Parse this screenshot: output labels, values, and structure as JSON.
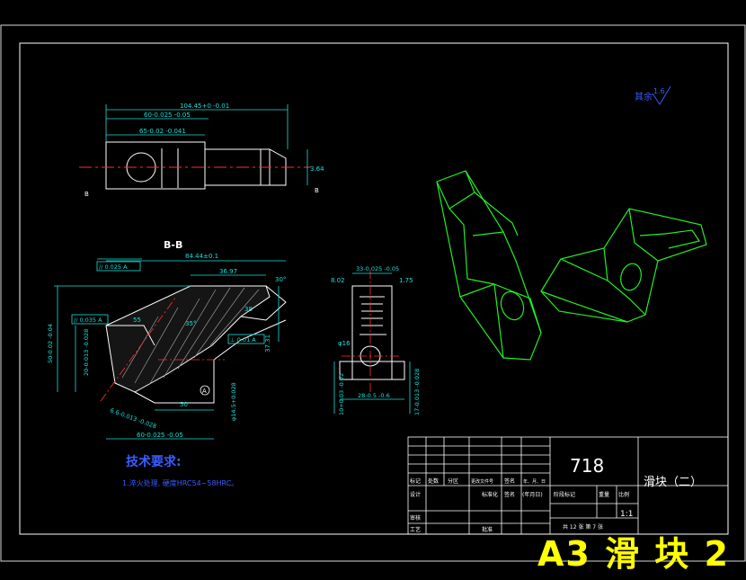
{
  "sheet": {
    "section_label": "B-B",
    "datum_label": "A",
    "cut_marker_left": "B",
    "cut_marker_right": "B",
    "roughness_prefix": "其余",
    "roughness_value": "1.6"
  },
  "top_view_dims": {
    "d1": "104.45+0 -0.01",
    "d2": "60-0.025 -0.05",
    "d3": "65-0.02 -0.041",
    "d4": "3.64"
  },
  "section_dims": {
    "overall": "84.44±0.1",
    "parallel_frame_top": "// 0.025 A",
    "parallel_frame_mid": "// 0.035 A",
    "d_3697": "36.97",
    "d_30deg": "30°",
    "d_55": "55",
    "d_38": "38",
    "d_35deg": "35°",
    "d_0_01": "⊥ 0.01 A",
    "d_3731": "37.31",
    "d_50": "50",
    "d_60": "60-0.025 -0.05",
    "d_mid": "φ14.5+0.028",
    "d_left1": "50-0.02 -0.04",
    "d_left2": "20-0.013 -0.028",
    "d_bottom": "6.6-0.013 -0.028"
  },
  "side_view_dims": {
    "top": "33-0.025 -0.05",
    "left": "8.02",
    "right": "1.75",
    "phi": "φ16",
    "bottom": "28-0.5 -0.6",
    "height_left": "10+0.03 -0.02",
    "height_right": "17-0.013 -0.028"
  },
  "notes": {
    "title": "技术要求:",
    "line1": "1.淬火处理, 硬度HRC54~58HRC。"
  },
  "title_block": {
    "part_number": "718",
    "part_name": "滑块（二）",
    "scale": "1:1",
    "sheet_info": "共 12 张  第 7 张",
    "col_labels": [
      "标记",
      "处数",
      "分区",
      "更改文件号",
      "签名",
      "年、月、日"
    ],
    "row_design": "设计",
    "row_std": "标准化",
    "row_sign": "签名",
    "row_date": "(年月日)",
    "row_stage": "阶段标记",
    "row_weight": "重量",
    "row_ratio": "比例",
    "row_review": "审核",
    "row_process": "工艺",
    "row_approve": "批准"
  },
  "caption": "A3 滑 块 2",
  "colors": {
    "border": "#d8d8d8",
    "dimension": "#18e0d8",
    "outline": "#ffffff",
    "centerline": "#ff3030",
    "hatch": "#9a9a9a",
    "iso_view": "#22ee22",
    "note": "#3a5cff",
    "caption": "#ffff00"
  }
}
